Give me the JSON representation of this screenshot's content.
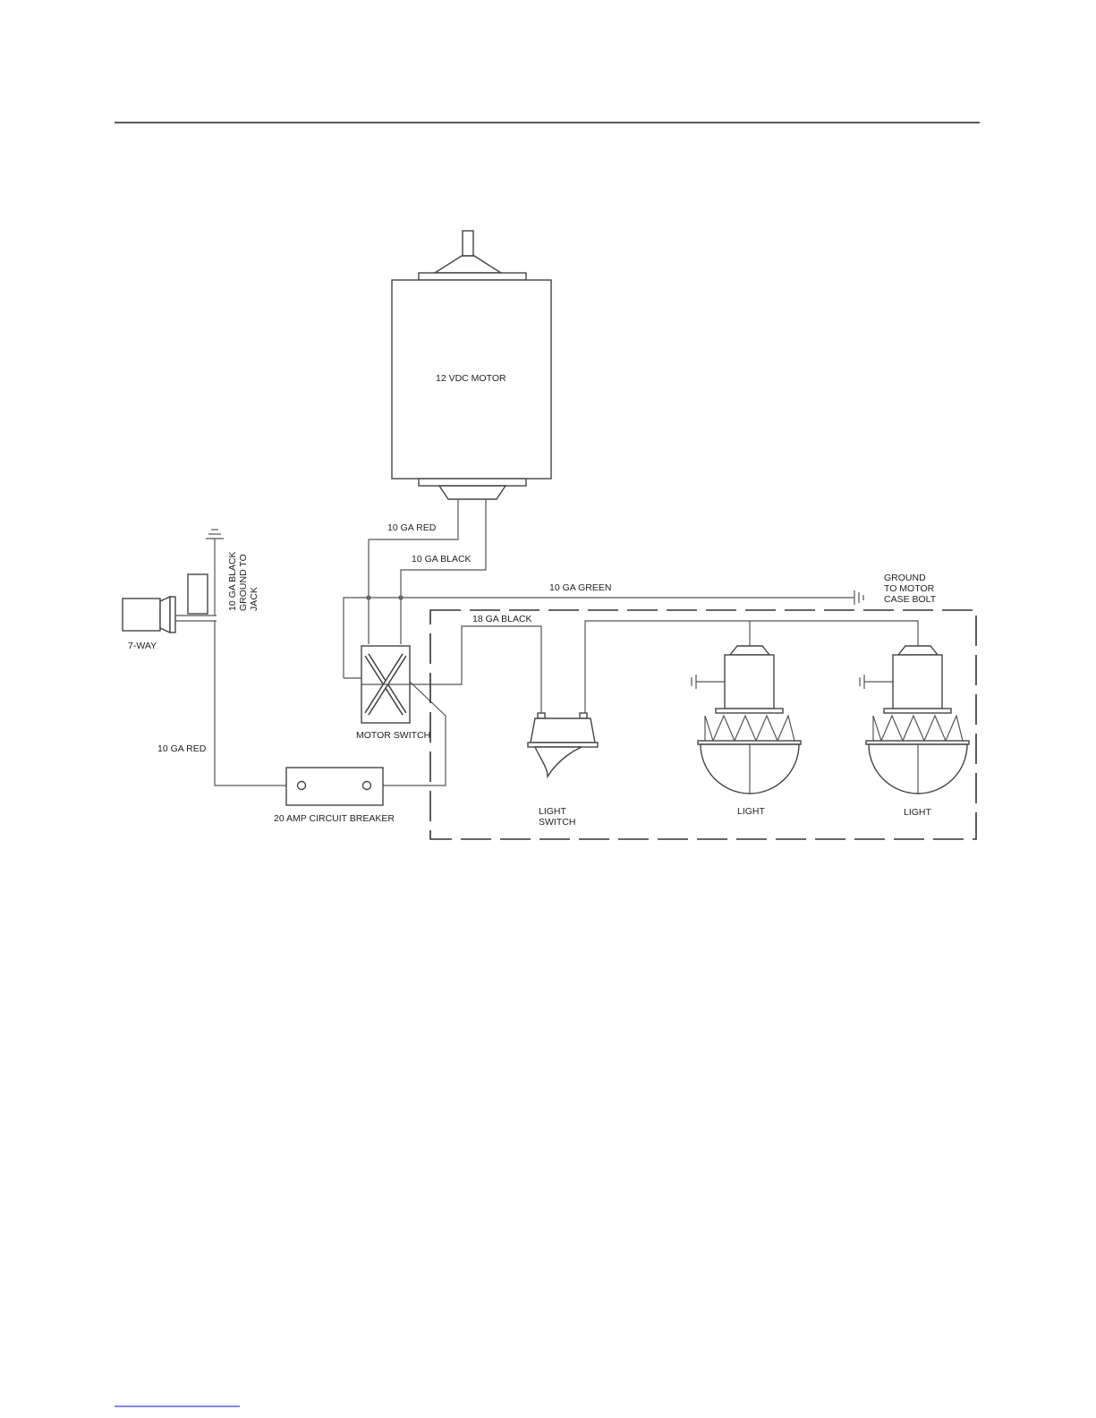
{
  "labels": {
    "motor": "12 VDC MOTOR",
    "red_top": "10 GA  RED",
    "black_top": "10 GA  BLACK",
    "green": "10 GA   GREEN",
    "ground_motor": [
      "GROUND",
      "TO  MOTOR",
      "CASE BOLT"
    ],
    "black_ground": [
      "10  GA  BLACK",
      "GROUND TO",
      "JACK"
    ],
    "seven_way": "7-WAY",
    "black_18": "18 GA  BLACK",
    "motor_switch": "MOTOR  SWITCH",
    "red_left": "10  GA  RED",
    "breaker": "20  AMP  CIRCUIT  BREAKER",
    "light_switch": [
      "LIGHT",
      "SWITCH"
    ],
    "light_1": "LIGHT",
    "light_2": "LIGHT"
  }
}
